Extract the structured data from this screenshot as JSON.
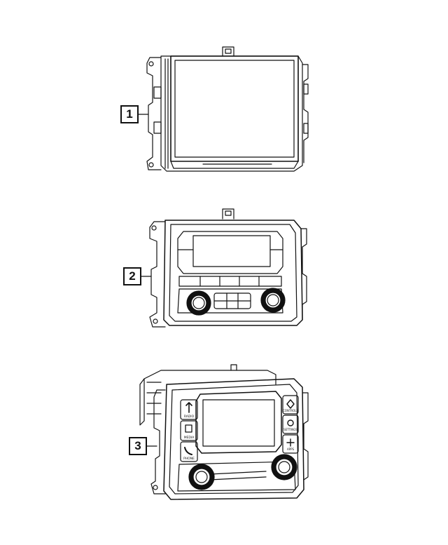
{
  "callouts": [
    {
      "id": "1"
    },
    {
      "id": "2"
    },
    {
      "id": "3"
    }
  ],
  "button_labels": {
    "radio": "RADIO",
    "media": "MEDIA",
    "phone": "PHONE",
    "controls": "CONTROLS",
    "settings": "SETTINGS",
    "app": "APPS"
  }
}
